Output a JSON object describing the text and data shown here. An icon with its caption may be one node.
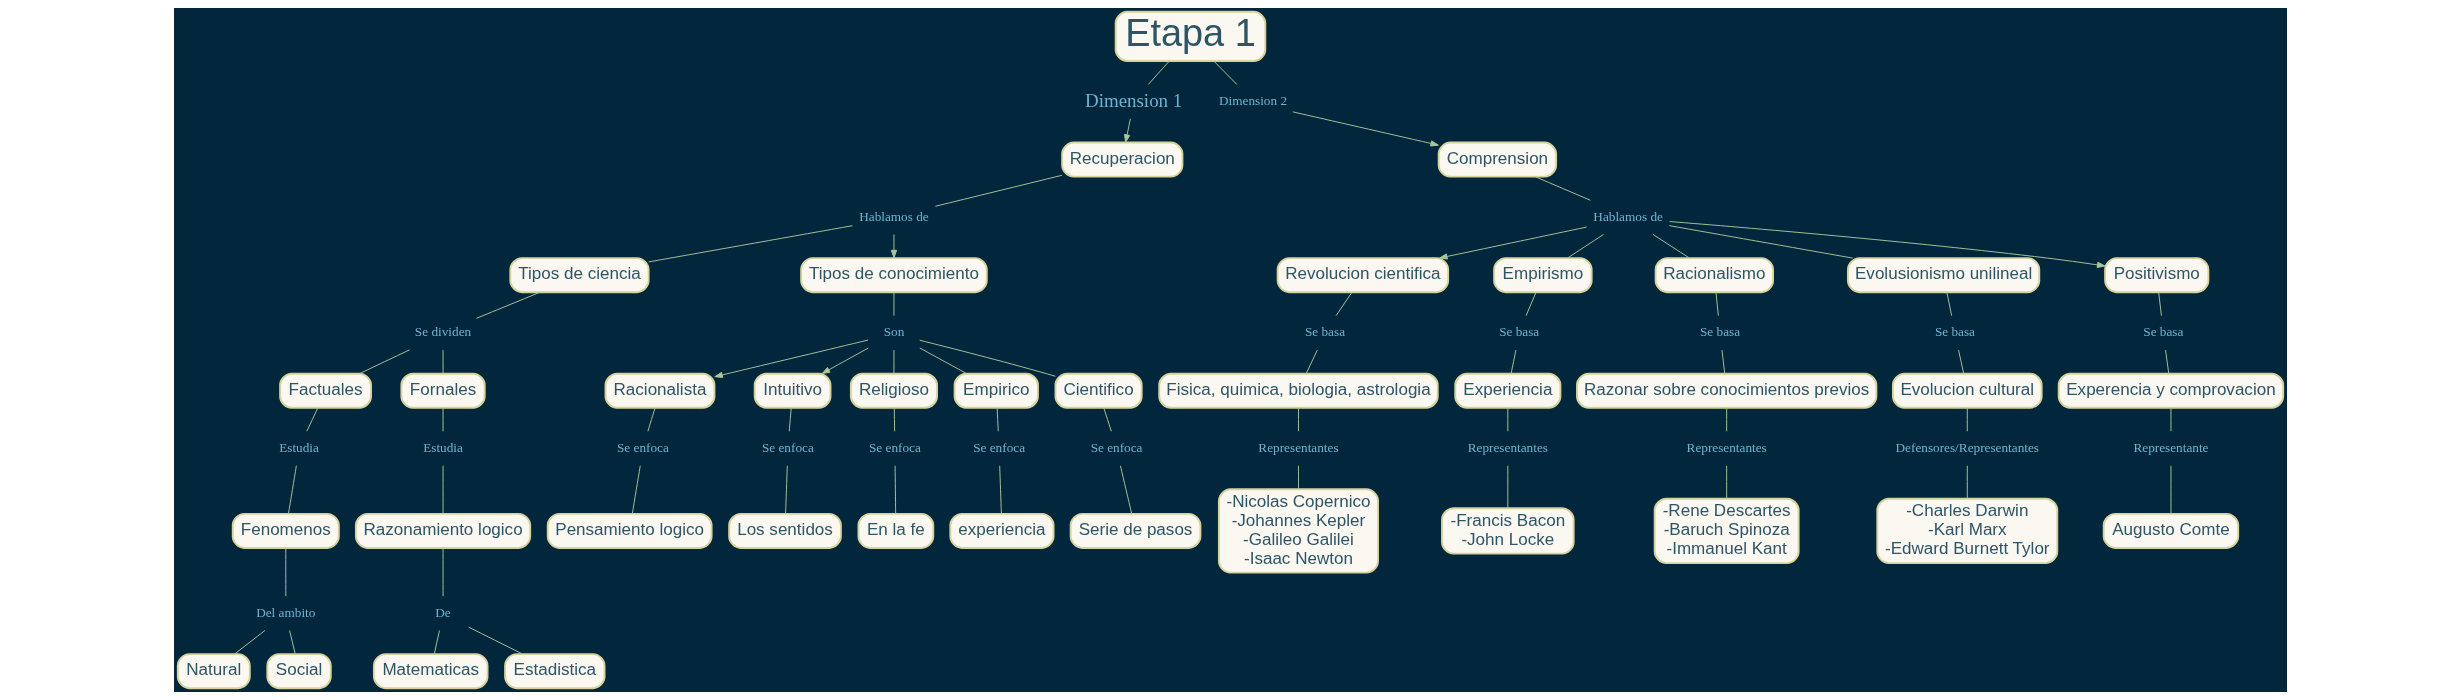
{
  "diagram": {
    "nodes": [
      {
        "text": [
          "Etapa 1"
        ]
      },
      {
        "text": [
          "Dimension 1"
        ]
      },
      {
        "text": [
          "Dimension 2"
        ]
      },
      {
        "text": [
          "Recuperacion"
        ]
      },
      {
        "text": [
          "Comprension"
        ]
      },
      {
        "text": [
          "Hablamos de"
        ]
      },
      {
        "text": [
          "Tipos de ciencia"
        ]
      },
      {
        "text": [
          "Tipos de conocimiento"
        ]
      },
      {
        "text": [
          "Se dividen"
        ]
      },
      {
        "text": [
          "Factuales"
        ]
      },
      {
        "text": [
          "Fornales"
        ]
      },
      {
        "text": [
          "Estudia"
        ]
      },
      {
        "text": [
          "Estudia"
        ]
      },
      {
        "text": [
          "Fenomenos"
        ]
      },
      {
        "text": [
          "Razonamiento logico"
        ]
      },
      {
        "text": [
          "Del ambito"
        ]
      },
      {
        "text": [
          "De"
        ]
      },
      {
        "text": [
          "Natural"
        ]
      },
      {
        "text": [
          "Social"
        ]
      },
      {
        "text": [
          "Matematicas"
        ]
      },
      {
        "text": [
          "Estadistica"
        ]
      },
      {
        "text": [
          "Son"
        ]
      },
      {
        "text": [
          "Racionalista"
        ]
      },
      {
        "text": [
          "Intuitivo"
        ]
      },
      {
        "text": [
          "Religioso"
        ]
      },
      {
        "text": [
          "Empirico"
        ]
      },
      {
        "text": [
          "Cientifico"
        ]
      },
      {
        "text": [
          "Se enfoca"
        ]
      },
      {
        "text": [
          "Pensamiento logico"
        ]
      },
      {
        "text": [
          "Se enfoca"
        ]
      },
      {
        "text": [
          "Los sentidos"
        ]
      },
      {
        "text": [
          "Se enfoca"
        ]
      },
      {
        "text": [
          "En la fe"
        ]
      },
      {
        "text": [
          "Se enfoca"
        ]
      },
      {
        "text": [
          "experiencia"
        ]
      },
      {
        "text": [
          "Se enfoca"
        ]
      },
      {
        "text": [
          "Serie de pasos"
        ]
      },
      {
        "text": [
          "Hablamos de"
        ]
      },
      {
        "text": [
          "Revolucion cientifica"
        ]
      },
      {
        "text": [
          "Empirismo"
        ]
      },
      {
        "text": [
          "Racionalismo"
        ]
      },
      {
        "text": [
          "Evolusionismo unilineal"
        ]
      },
      {
        "text": [
          "Positivismo"
        ]
      },
      {
        "text": [
          "Se basa"
        ]
      },
      {
        "text": [
          "Fisica, quimica, biologia, astrologia"
        ]
      },
      {
        "text": [
          "Representantes"
        ]
      },
      {
        "text": [
          "-Nicolas Copernico",
          "-Johannes Kepler",
          "-Galileo Galilei",
          "-Isaac Newton"
        ]
      },
      {
        "text": [
          "Se basa"
        ]
      },
      {
        "text": [
          "Experiencia"
        ]
      },
      {
        "text": [
          "Representantes"
        ]
      },
      {
        "text": [
          "-Francis Bacon",
          "-John Locke"
        ]
      },
      {
        "text": [
          "Se basa"
        ]
      },
      {
        "text": [
          "Razonar sobre conocimientos previos"
        ]
      },
      {
        "text": [
          "Representantes"
        ]
      },
      {
        "text": [
          "-Rene Descartes",
          "-Baruch Spinoza",
          "-Immanuel Kant"
        ]
      },
      {
        "text": [
          "Se basa"
        ]
      },
      {
        "text": [
          "Evolucion cultural"
        ]
      },
      {
        "text": [
          "Defensores/Representantes"
        ]
      },
      {
        "text": [
          "-Charles Darwin",
          "-Karl Marx",
          "-Edward Burnett Tylor"
        ]
      },
      {
        "text": [
          "Se basa"
        ]
      },
      {
        "text": [
          "Experencia y comprovacion"
        ]
      },
      {
        "text": [
          "Representante"
        ]
      },
      {
        "text": [
          "Augusto Comte"
        ]
      }
    ],
    "edges": [
      {
        "from": 0,
        "to": 1,
        "arrow": "none"
      },
      {
        "from": 0,
        "to": 2,
        "arrow": "none"
      },
      {
        "from": 1,
        "to": 3,
        "arrow": "to"
      },
      {
        "from": 2,
        "to": 4,
        "arrow": "to"
      },
      {
        "from": 3,
        "to": 5,
        "arrow": "none"
      },
      {
        "from": 5,
        "to": 6,
        "arrow": "none"
      },
      {
        "from": 5,
        "to": 7,
        "arrow": "to"
      },
      {
        "from": 6,
        "to": 8,
        "arrow": "none"
      },
      {
        "from": 8,
        "to": 9,
        "arrow": "none"
      },
      {
        "from": 8,
        "to": 10,
        "arrow": "none"
      },
      {
        "from": 9,
        "to": 11,
        "arrow": "none"
      },
      {
        "from": 11,
        "to": 13,
        "arrow": "none"
      },
      {
        "from": 10,
        "to": 12,
        "arrow": "none"
      },
      {
        "from": 12,
        "to": 14,
        "arrow": "none"
      },
      {
        "from": 13,
        "to": 15,
        "arrow": "none"
      },
      {
        "from": 15,
        "to": 17,
        "arrow": "none"
      },
      {
        "from": 15,
        "to": 18,
        "arrow": "none"
      },
      {
        "from": 14,
        "to": 16,
        "arrow": "none"
      },
      {
        "from": 16,
        "to": 19,
        "arrow": "none"
      },
      {
        "from": 16,
        "to": 20,
        "arrow": "none"
      },
      {
        "from": 7,
        "to": 21,
        "arrow": "none"
      },
      {
        "from": 21,
        "to": 22,
        "arrow": "to"
      },
      {
        "from": 21,
        "to": 23,
        "arrow": "to"
      },
      {
        "from": 21,
        "to": 24,
        "arrow": "none"
      },
      {
        "from": 21,
        "to": 25,
        "arrow": "none"
      },
      {
        "from": 21,
        "to": 26,
        "arrow": "none"
      },
      {
        "from": 22,
        "to": 27,
        "arrow": "none"
      },
      {
        "from": 27,
        "to": 28,
        "arrow": "none"
      },
      {
        "from": 23,
        "to": 29,
        "arrow": "none"
      },
      {
        "from": 29,
        "to": 30,
        "arrow": "none"
      },
      {
        "from": 24,
        "to": 31,
        "arrow": "none"
      },
      {
        "from": 31,
        "to": 32,
        "arrow": "none"
      },
      {
        "from": 25,
        "to": 33,
        "arrow": "none"
      },
      {
        "from": 33,
        "to": 34,
        "arrow": "none"
      },
      {
        "from": 26,
        "to": 35,
        "arrow": "none"
      },
      {
        "from": 35,
        "to": 36,
        "arrow": "none"
      },
      {
        "from": 4,
        "to": 37,
        "arrow": "none"
      },
      {
        "from": 37,
        "to": 38,
        "arrow": "to"
      },
      {
        "from": 37,
        "to": 39,
        "arrow": "none"
      },
      {
        "from": 37,
        "to": 40,
        "arrow": "none"
      },
      {
        "from": 37,
        "to": 41,
        "arrow": "none"
      },
      {
        "from": 37,
        "to": 42,
        "arrow": "to"
      },
      {
        "from": 38,
        "to": 43,
        "arrow": "none"
      },
      {
        "from": 43,
        "to": 44,
        "arrow": "none"
      },
      {
        "from": 44,
        "to": 45,
        "arrow": "none"
      },
      {
        "from": 45,
        "to": 46,
        "arrow": "none"
      },
      {
        "from": 39,
        "to": 47,
        "arrow": "none"
      },
      {
        "from": 47,
        "to": 48,
        "arrow": "none"
      },
      {
        "from": 48,
        "to": 49,
        "arrow": "none"
      },
      {
        "from": 49,
        "to": 50,
        "arrow": "none"
      },
      {
        "from": 40,
        "to": 51,
        "arrow": "none"
      },
      {
        "from": 51,
        "to": 52,
        "arrow": "none"
      },
      {
        "from": 52,
        "to": 53,
        "arrow": "none"
      },
      {
        "from": 53,
        "to": 54,
        "arrow": "none"
      },
      {
        "from": 41,
        "to": 55,
        "arrow": "none"
      },
      {
        "from": 55,
        "to": 56,
        "arrow": "none"
      },
      {
        "from": 56,
        "to": 57,
        "arrow": "none"
      },
      {
        "from": 57,
        "to": 58,
        "arrow": "none"
      },
      {
        "from": 42,
        "to": 59,
        "arrow": "none"
      },
      {
        "from": 59,
        "to": 60,
        "arrow": "none"
      },
      {
        "from": 60,
        "to": 61,
        "arrow": "none"
      },
      {
        "from": 61,
        "to": 62,
        "arrow": "none"
      }
    ]
  }
}
